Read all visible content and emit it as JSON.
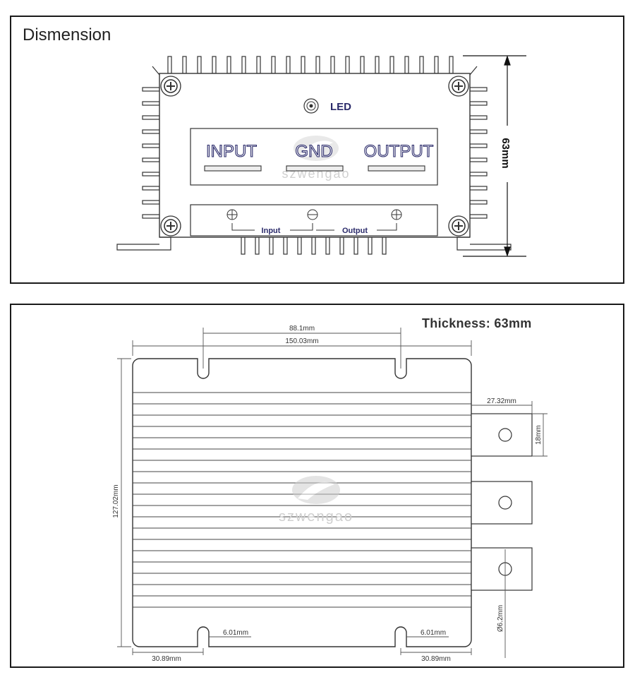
{
  "top": {
    "title": "Dismension",
    "led": "LED",
    "input": "INPUT",
    "gnd": "GND",
    "output": "OUTPUT",
    "bracket_input": "Input",
    "bracket_output": "Output",
    "height_dim": "63mm",
    "watermark": "szwengao"
  },
  "bottom": {
    "thickness": "Thickness: 63mm",
    "dim_88": "88.1mm",
    "dim_150": "150.03mm",
    "dim_127": "127.02mm",
    "dim_27": "27.32mm",
    "dim_18": "18mm",
    "dim_62": "Ø6.2mm",
    "dim_601_left": "6.01mm",
    "dim_601_right": "6.01mm",
    "dim_3089_left": "30.89mm",
    "dim_3089_right": "30.89mm",
    "watermark": "szwengao"
  },
  "colors": {
    "line": "#333333",
    "label_blue": "#2a2a6a",
    "watermark": "#d0d0d0"
  }
}
